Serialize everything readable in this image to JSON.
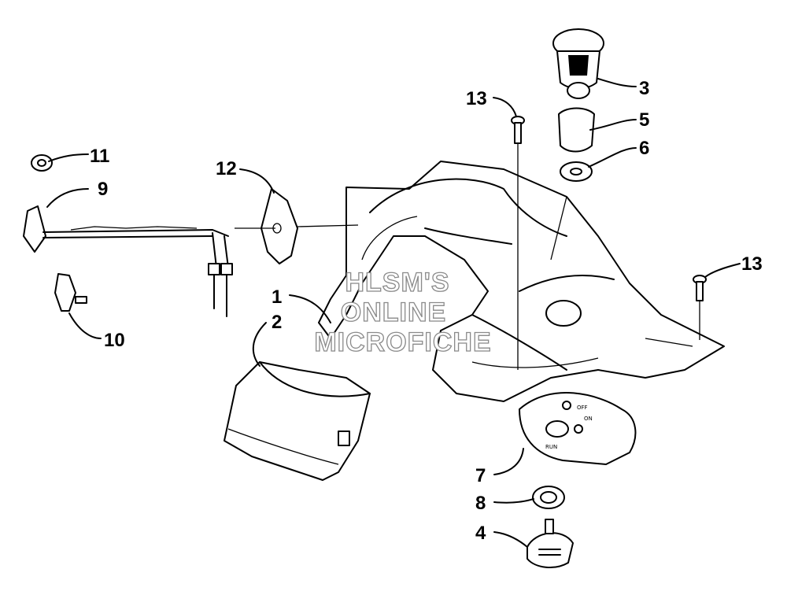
{
  "watermark": {
    "line1": "HLSM'S",
    "line2": "ONLINE",
    "line3": "MICROFICHE"
  },
  "callouts": [
    {
      "id": "1",
      "label": "1"
    },
    {
      "id": "2",
      "label": "2"
    },
    {
      "id": "3",
      "label": "3"
    },
    {
      "id": "4",
      "label": "4"
    },
    {
      "id": "5",
      "label": "5"
    },
    {
      "id": "6",
      "label": "6"
    },
    {
      "id": "7",
      "label": "7"
    },
    {
      "id": "8",
      "label": "8"
    },
    {
      "id": "9",
      "label": "9"
    },
    {
      "id": "10",
      "label": "10"
    },
    {
      "id": "11",
      "label": "11"
    },
    {
      "id": "12",
      "label": "12"
    },
    {
      "id": "13a",
      "label": "13"
    },
    {
      "id": "13b",
      "label": "13"
    }
  ],
  "decal_text": {
    "off": "OFF",
    "on": "ON",
    "run": "RUN"
  }
}
